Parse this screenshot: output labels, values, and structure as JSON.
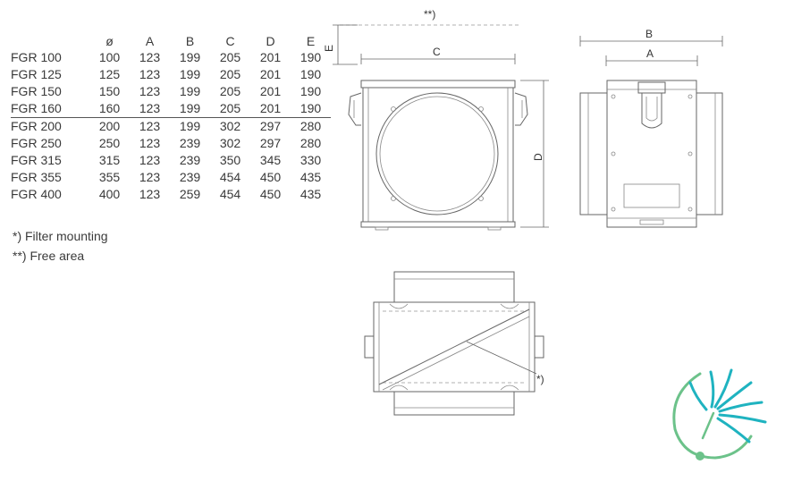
{
  "table": {
    "columns": [
      "",
      "ø",
      "A",
      "B",
      "C",
      "D",
      "E"
    ],
    "rows": [
      [
        "FGR 100",
        "100",
        "123",
        "199",
        "205",
        "201",
        "190"
      ],
      [
        "FGR 125",
        "125",
        "123",
        "199",
        "205",
        "201",
        "190"
      ],
      [
        "FGR 150",
        "150",
        "123",
        "199",
        "205",
        "201",
        "190"
      ],
      [
        "FGR 160",
        "160",
        "123",
        "199",
        "205",
        "201",
        "190"
      ],
      [
        "FGR 200",
        "200",
        "123",
        "199",
        "302",
        "297",
        "280"
      ],
      [
        "FGR 250",
        "250",
        "123",
        "239",
        "302",
        "297",
        "280"
      ],
      [
        "FGR 315",
        "315",
        "123",
        "239",
        "350",
        "345",
        "330"
      ],
      [
        "FGR 355",
        "355",
        "123",
        "239",
        "454",
        "450",
        "435"
      ],
      [
        "FGR 400",
        "400",
        "123",
        "259",
        "454",
        "450",
        "435"
      ]
    ]
  },
  "notes": {
    "filter_mounting": "*) Filter mounting",
    "free_area": "**) Free area"
  },
  "drawing": {
    "label_free_area": "**)",
    "label_e": "E",
    "label_c": "C",
    "label_d": "D",
    "label_b": "B",
    "label_a": "A",
    "label_filter": "*)"
  },
  "logo": {
    "icon": "dandelion-logo-icon",
    "colors": {
      "teal": "#1fb3c0",
      "green": "#6cc28a"
    }
  }
}
